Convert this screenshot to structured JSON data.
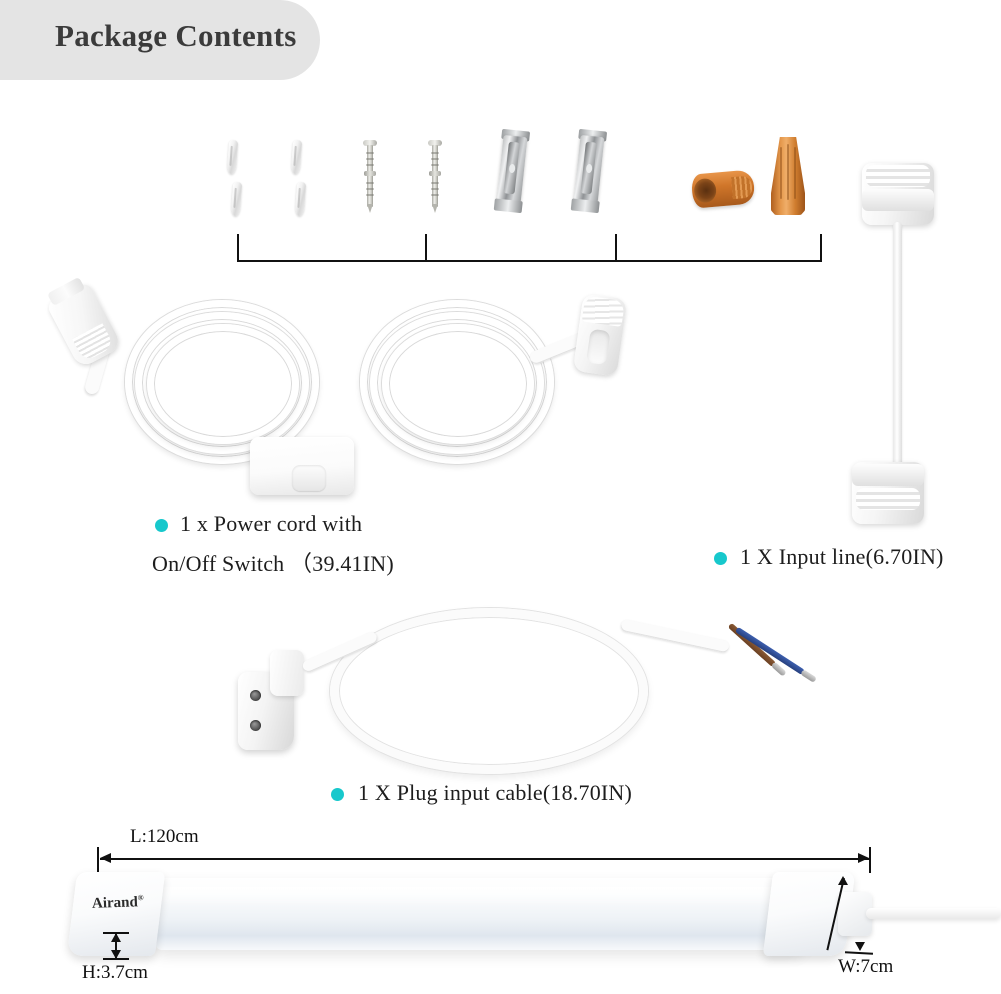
{
  "header": {
    "title": "Package Contents",
    "pill_color": "#e4e4e4",
    "text_color": "#3b3b3b"
  },
  "accent": {
    "bullet_color": "#17c8cc",
    "wire_nut_color": "#d0762a",
    "brown_lead": "#7a4c2a",
    "blue_lead": "#32509a"
  },
  "parts_row": {
    "group_labels": [
      "wall-anchors",
      "screws",
      "mounting-clips-and-wire-nuts"
    ],
    "anchors_count": 4,
    "screws_count": 2,
    "clips_count": 2,
    "wire_nuts_count": 2
  },
  "items": [
    {
      "id": "power-cord",
      "bullet": "•",
      "line1": "1 x Power cord with",
      "line2": "On/Off Switch  （39.41IN)"
    },
    {
      "id": "input-line",
      "bullet": "•",
      "line1": "1 X Input line(6.70IN)"
    },
    {
      "id": "plug-input-cable",
      "bullet": "•",
      "line1": "1 X Plug input cable(18.70IN)"
    }
  ],
  "fixture": {
    "brand": "Airand",
    "brand_mark": "®",
    "dimensions": {
      "length": "L:120cm",
      "height": "H:3.7cm",
      "width": "W:7cm"
    }
  }
}
